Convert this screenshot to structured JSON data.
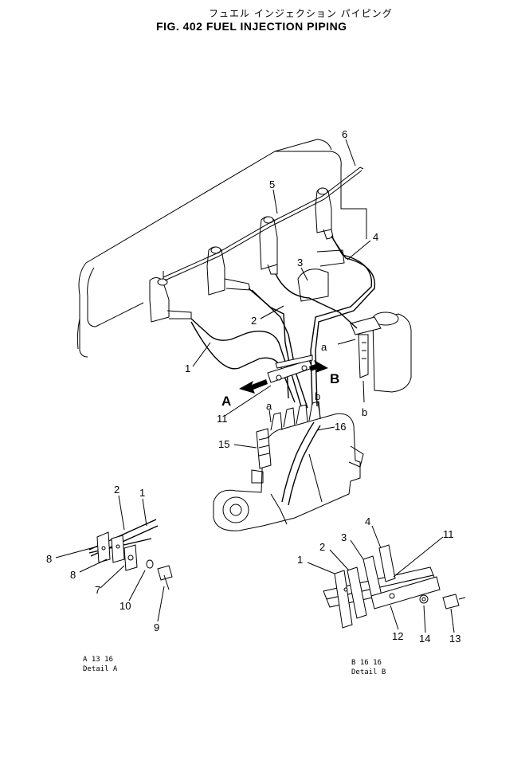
{
  "title": {
    "japanese": "フュエル インジェクション パイピング",
    "english": "FIG. 402  FUEL INJECTION PIPING"
  },
  "main_view": {
    "callouts": [
      "1",
      "2",
      "3",
      "4",
      "5",
      "6",
      "11",
      "15",
      "16"
    ],
    "arrows": [
      "A",
      "B"
    ],
    "connection_marks": [
      "a",
      "b"
    ]
  },
  "detail_a": {
    "callouts": [
      "1",
      "2",
      "8",
      "8",
      "7",
      "10",
      "9"
    ],
    "caption_line1": "A 13 16",
    "caption_line2": "Detail A"
  },
  "detail_b": {
    "callouts": [
      "1",
      "2",
      "3",
      "4",
      "11",
      "12",
      "14",
      "13"
    ],
    "caption_line1": "B 16 16",
    "caption_line2": "Detail B"
  }
}
